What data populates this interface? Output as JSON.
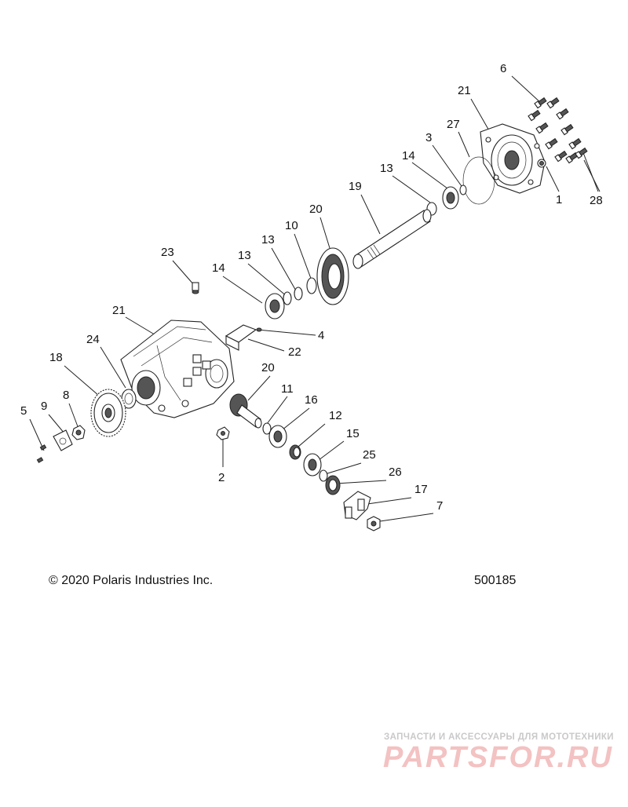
{
  "diagram": {
    "callouts": [
      {
        "id": "c6",
        "text": "6"
      },
      {
        "id": "c21a",
        "text": "21"
      },
      {
        "id": "c27",
        "text": "27"
      },
      {
        "id": "c3",
        "text": "3"
      },
      {
        "id": "c14a",
        "text": "14"
      },
      {
        "id": "c13a",
        "text": "13"
      },
      {
        "id": "c19",
        "text": "19"
      },
      {
        "id": "c1",
        "text": "1"
      },
      {
        "id": "c28",
        "text": "28"
      },
      {
        "id": "c20a",
        "text": "20"
      },
      {
        "id": "c10",
        "text": "10"
      },
      {
        "id": "c13b",
        "text": "13"
      },
      {
        "id": "c13c",
        "text": "13"
      },
      {
        "id": "c14b",
        "text": "14"
      },
      {
        "id": "c23",
        "text": "23"
      },
      {
        "id": "c21b",
        "text": "21"
      },
      {
        "id": "c4",
        "text": "4"
      },
      {
        "id": "c22",
        "text": "22"
      },
      {
        "id": "c24",
        "text": "24"
      },
      {
        "id": "c18",
        "text": "18"
      },
      {
        "id": "c20b",
        "text": "20"
      },
      {
        "id": "c11",
        "text": "11"
      },
      {
        "id": "c16",
        "text": "16"
      },
      {
        "id": "c12",
        "text": "12"
      },
      {
        "id": "c15",
        "text": "15"
      },
      {
        "id": "c25",
        "text": "25"
      },
      {
        "id": "c26",
        "text": "26"
      },
      {
        "id": "c17",
        "text": "17"
      },
      {
        "id": "c7",
        "text": "7"
      },
      {
        "id": "c5",
        "text": "5"
      },
      {
        "id": "c9",
        "text": "9"
      },
      {
        "id": "c8",
        "text": "8"
      },
      {
        "id": "c2",
        "text": "2"
      }
    ]
  },
  "footer": {
    "copyright": "© 2020 Polaris Industries Inc.",
    "doc_number": "500185"
  },
  "watermark": {
    "tagline": "ЗАПЧАСТИ И АКСЕССУАРЫ ДЛЯ МОТОТЕХНИКИ",
    "brand": "PARTSFOR.RU"
  }
}
